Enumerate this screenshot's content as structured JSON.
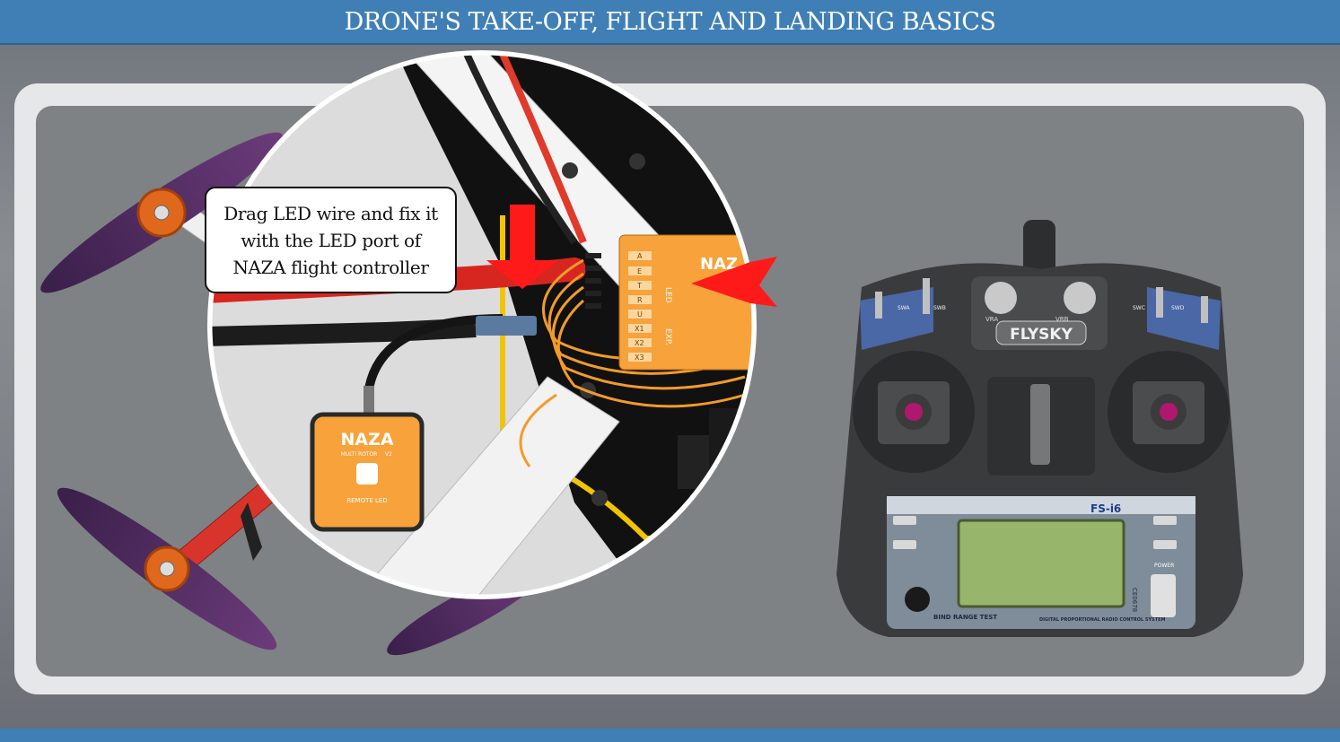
{
  "header": {
    "title": "DRONE'S TAKE-OFF, FLIGHT AND LANDING BASICS"
  },
  "callout": {
    "text": "Drag LED wire and fix it with the LED port of NAZA flight controller"
  },
  "naza_module": {
    "brand": "NAZA",
    "subtitle": "MULTI ROTOR",
    "version": "V2",
    "port_label": "REMOTE LED"
  },
  "controller_board": {
    "brand": "NAZ",
    "ports": [
      "A",
      "E",
      "T",
      "R",
      "U",
      "X1",
      "X2",
      "X3"
    ],
    "led_label": "LED",
    "exp_label": "EXP."
  },
  "transmitter": {
    "brand": "FLYSKY",
    "model": "FS-i6",
    "knob_left": "VRA",
    "knob_right": "VRB",
    "switch_left": "SWA",
    "switch_left2": "SWB",
    "switch_right": "SWC",
    "switch_right2": "SWD",
    "power_label": "POWER",
    "bind_label": "BIND RANGE TEST",
    "footer_text": "DIGITAL PROPORTIONAL RADIO CONTROL SYSTEM",
    "cert": "CE0678"
  },
  "colors": {
    "header_bg": "#3f7fb5",
    "arrow": "#ff1a1a",
    "naza_orange": "#f7a23b",
    "frame_red": "#d9342b"
  }
}
